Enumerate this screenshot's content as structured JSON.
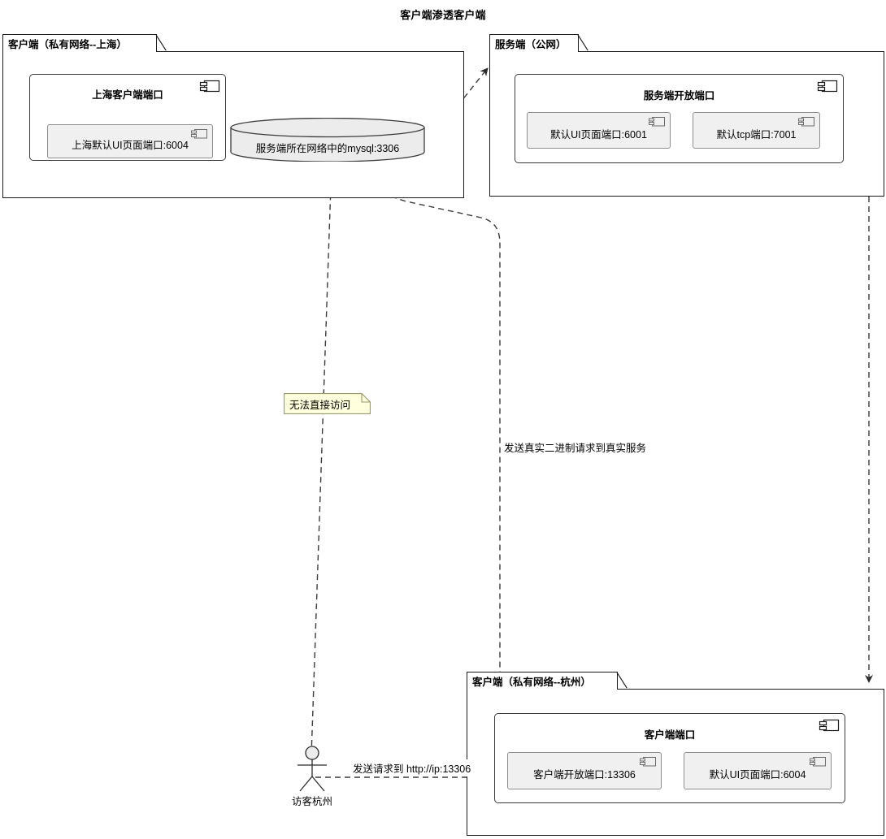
{
  "diagram": {
    "title": "客户端渗透客户端",
    "type": "uml-deployment-diagram"
  },
  "colors": {
    "background": "#ffffff",
    "node_border": "#1a1a1a",
    "component_border": "#3b3b3b",
    "leaf_fill": "#f0f0f0",
    "leaf_border": "#8e8e8e",
    "note_fill": "#feffdd",
    "note_border": "#9a9a6a",
    "db_fill": "#ececec",
    "db_border": "#3b3b3b",
    "edge": "#3b3b3b",
    "text": "#000000"
  },
  "nodes": [
    {
      "id": "node-client-shanghai",
      "label": "客户端（私有网络--上海）",
      "component": {
        "id": "component-shanghai-client-port",
        "title": "上海客户端端口",
        "icon": "component-icon",
        "leaves": [
          {
            "id": "leaf-shanghai-ui",
            "label": "上海默认UI页面端口:6004",
            "icon": "component-icon"
          }
        ]
      }
    },
    {
      "id": "node-server-public",
      "label": "服务端（公网）",
      "component": {
        "id": "component-server-open-port",
        "title": "服务端开放端口",
        "icon": "component-icon",
        "leaves": [
          {
            "id": "leaf-server-ui",
            "label": "默认UI页面端口:6001",
            "icon": "component-icon"
          },
          {
            "id": "leaf-server-tcp",
            "label": "默认tcp端口:7001",
            "icon": "component-icon"
          }
        ]
      }
    },
    {
      "id": "node-client-hangzhou",
      "label": "客户端（私有网络--杭州）",
      "component": {
        "id": "component-hangzhou-client-port",
        "title": "客户端端口",
        "icon": "component-icon",
        "leaves": [
          {
            "id": "leaf-hangzhou-open",
            "label": "客户端开放端口:13306",
            "icon": "component-icon"
          },
          {
            "id": "leaf-hangzhou-ui",
            "label": "默认UI页面端口:6004",
            "icon": "component-icon"
          }
        ]
      }
    }
  ],
  "database": {
    "id": "db-mysql",
    "label": "服务端所在网络中的mysql:3306",
    "shape": "cylinder"
  },
  "actor": {
    "id": "actor-visitor-hangzhou",
    "label": "访客杭州",
    "shape": "stick-figure"
  },
  "note": {
    "id": "note-cannot-access",
    "text": "无法直接访问",
    "style": "folded-corner"
  },
  "edges": [
    {
      "id": "edge-shanghai-to-server",
      "label": "",
      "style": "dashed",
      "arrow": "open",
      "from": "node-client-shanghai",
      "to": "node-server-public"
    },
    {
      "id": "edge-server-to-hangzhou",
      "label": "",
      "style": "dashed",
      "arrow": "open",
      "from": "node-server-public",
      "to": "node-client-hangzhou"
    },
    {
      "id": "edge-hangzhou-to-mysql",
      "label": "发送真实二进制请求到真实服务",
      "style": "dashed",
      "arrow": "open",
      "from": "leaf-hangzhou-open",
      "to": "db-mysql"
    },
    {
      "id": "edge-actor-to-mysql",
      "label": "",
      "style": "dashed",
      "arrow": "none",
      "from": "actor-visitor-hangzhou",
      "to": "db-mysql"
    },
    {
      "id": "edge-actor-to-hangzhou",
      "label": "发送请求到 http://ip:13306",
      "style": "dashed",
      "arrow": "open",
      "from": "actor-visitor-hangzhou",
      "to": "leaf-hangzhou-open"
    }
  ]
}
